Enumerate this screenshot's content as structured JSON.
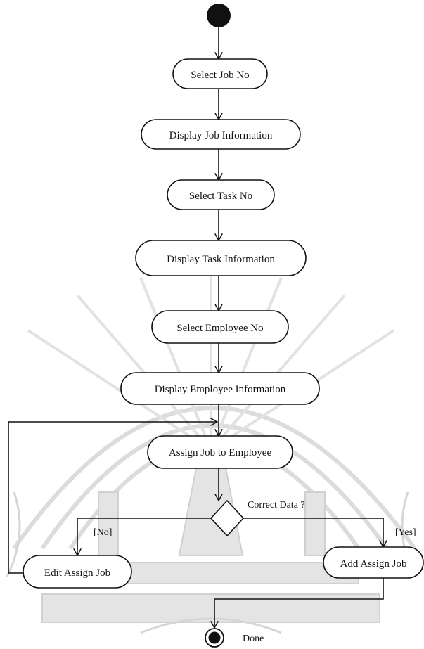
{
  "diagram": {
    "start_node": "initial-node",
    "end_node": "final-node",
    "nodes": [
      {
        "id": "select-job-no",
        "label": "Select Job No"
      },
      {
        "id": "display-job-information",
        "label": "Display Job Information"
      },
      {
        "id": "select-task-no",
        "label": "Select Task No"
      },
      {
        "id": "display-task-information",
        "label": "Display Task Information"
      },
      {
        "id": "select-employee-no",
        "label": "Select Employee No"
      },
      {
        "id": "display-employee-information",
        "label": "Display Employee Information"
      },
      {
        "id": "assign-job-to-employee",
        "label": "Assign Job to Employee"
      },
      {
        "id": "edit-assign-job",
        "label": "Edit Assign Job"
      },
      {
        "id": "add-assign-job",
        "label": "Add Assign Job"
      }
    ],
    "decision": {
      "label": "Correct Data ?"
    },
    "guards": {
      "no": "[No]",
      "yes": "[Yes]"
    },
    "final_label": "Done"
  }
}
